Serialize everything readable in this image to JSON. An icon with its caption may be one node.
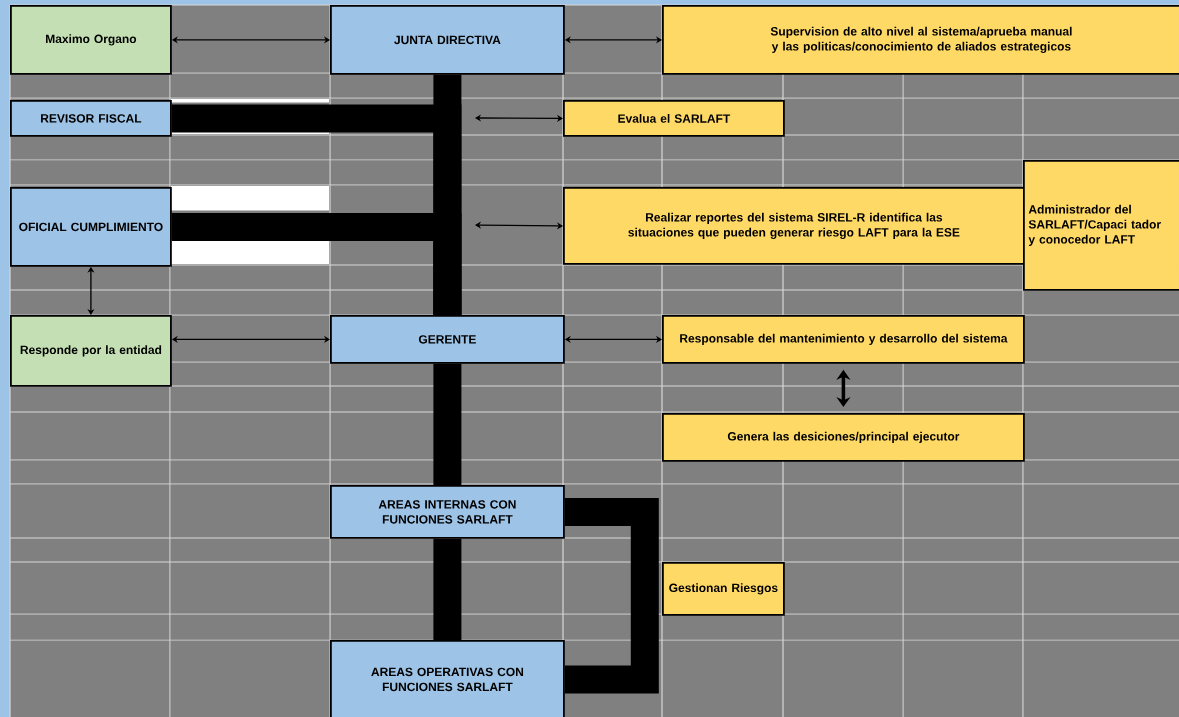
{
  "diagram": {
    "nodes": [
      {
        "text": [
          "Maximo Organo"
        ]
      },
      {
        "text": [
          "JUNTA DIRECTIVA"
        ]
      },
      {
        "text": [
          "Supervision de alto nivel al sistema/aprueba manual y las politicas/conocimiento de aliados estrategicos"
        ]
      },
      {
        "text": [
          "REVISOR FISCAL"
        ]
      },
      {
        "text": [
          "Evalua el SARLAFT"
        ]
      },
      {
        "text": [
          "OFICIAL CUMPLIMIENTO"
        ]
      },
      {
        "text": [
          "Realizar reportes del sistema SIREL-R identifica las situaciones que pueden generar riesgo LAFT para la ESE"
        ]
      },
      {
        "text": [
          "Administrador del SARLAFT/Capaci tador y conocedor LAFT"
        ]
      },
      {
        "text": [
          "Responde por la entidad"
        ]
      },
      {
        "text": [
          "GERENTE"
        ]
      },
      {
        "text": [
          "Responsable del mantenimiento y desarrollo del sistema"
        ]
      },
      {
        "text": [
          "Genera las desiciones/principal ejecutor"
        ]
      },
      {
        "text": [
          "AREAS INTERNAS CON FUNCIONES SARLAFT"
        ]
      },
      {
        "text": [
          "Gestionan Riesgos"
        ]
      },
      {
        "text": [
          "AREAS OPERATIVAS CON FUNCIONES SARLAFT"
        ]
      }
    ],
    "edges": [
      {
        "from": 0,
        "to": 1,
        "arrow": "both"
      },
      {
        "from": 1,
        "to": 2,
        "arrow": "both"
      },
      {
        "from": null,
        "to": 4,
        "arrow": "both"
      },
      {
        "from": null,
        "to": 6,
        "arrow": "both"
      },
      {
        "from": 5,
        "to": 8,
        "arrow": "both"
      },
      {
        "from": 8,
        "to": 9,
        "arrow": "both"
      },
      {
        "from": 9,
        "to": 10,
        "arrow": "both"
      },
      {
        "from": 10,
        "to": 11,
        "arrow": "both",
        "style": "thick"
      },
      {
        "from": 1,
        "to": 9,
        "arrow": "none",
        "style": "thick"
      },
      {
        "from": 3,
        "to": 9,
        "arrow": "none",
        "style": "thick"
      },
      {
        "from": 5,
        "to": 9,
        "arrow": "none",
        "style": "thick"
      },
      {
        "from": 9,
        "to": 12,
        "arrow": "none",
        "style": "thick"
      },
      {
        "from": 12,
        "to": 14,
        "arrow": "none",
        "style": "thick"
      },
      {
        "from": 12,
        "to": 14,
        "arrow": "none",
        "style": "thick"
      }
    ]
  }
}
